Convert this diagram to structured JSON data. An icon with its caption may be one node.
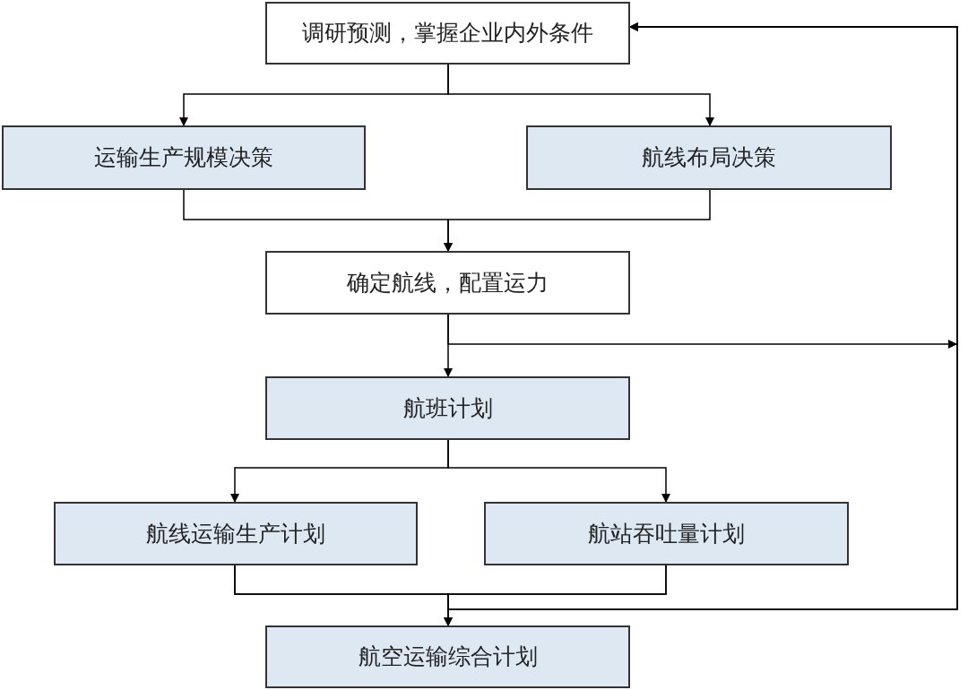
{
  "diagram": {
    "nodes": [
      {
        "text": [
          "调研预测，掌握企业内外条件"
        ]
      },
      {
        "text": [
          "运输生产规模决策"
        ]
      },
      {
        "text": [
          "航线布局决策"
        ]
      },
      {
        "text": [
          "确定航线，配置运力"
        ]
      },
      {
        "text": [
          "航班计划"
        ]
      },
      {
        "text": [
          "航线运输生产计划"
        ]
      },
      {
        "text": [
          "航站吞吐量计划"
        ]
      },
      {
        "text": [
          "航空运输综合计划"
        ]
      }
    ],
    "edges": [
      {
        "from": 0,
        "to": 1,
        "arrow": "to"
      },
      {
        "from": 0,
        "to": 2,
        "arrow": "to"
      },
      {
        "from": 1,
        "to": 3,
        "arrow": "to"
      },
      {
        "from": 2,
        "to": 3,
        "arrow": "to"
      },
      {
        "from": 3,
        "to": 4,
        "arrow": "to"
      },
      {
        "from": 3,
        "to": 0,
        "arrow": "to"
      },
      {
        "from": 4,
        "to": 5,
        "arrow": "to"
      },
      {
        "from": 4,
        "to": 6,
        "arrow": "to"
      },
      {
        "from": 5,
        "to": 7,
        "arrow": "to"
      },
      {
        "from": 6,
        "to": 7,
        "arrow": "to"
      },
      {
        "from": 5,
        "to": 0,
        "arrow": "to"
      },
      {
        "from": 6,
        "to": 0,
        "arrow": "to"
      }
    ]
  }
}
